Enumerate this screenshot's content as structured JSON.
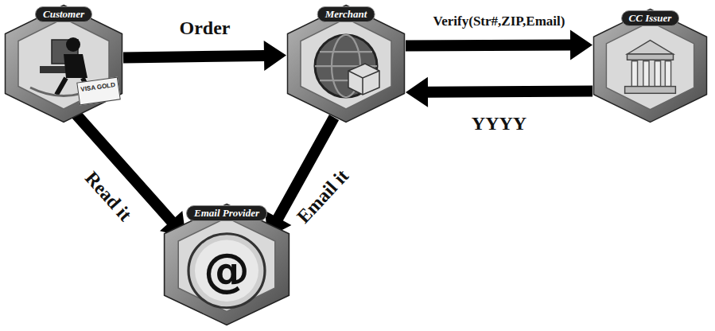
{
  "diagram": {
    "nodes": [
      {
        "text": [
          "Customer"
        ]
      },
      {
        "text": [
          "Merchant"
        ]
      },
      {
        "text": [
          "CC Issuer"
        ]
      },
      {
        "text": [
          "Email Provider",
          "@"
        ]
      }
    ],
    "edges": [
      {
        "from": 0,
        "to": 1,
        "arrow": "to",
        "label": "Order"
      },
      {
        "from": 1,
        "to": 2,
        "arrow": "to",
        "label": "Verify(Str#,ZIP,Email)"
      },
      {
        "from": 2,
        "to": 1,
        "arrow": "to",
        "label": "YYYY"
      },
      {
        "from": 0,
        "to": 3,
        "arrow": "to",
        "label": "Read it"
      },
      {
        "from": 1,
        "to": 3,
        "arrow": "to",
        "label": "Email it"
      }
    ],
    "labels": [
      "VISA GOLD"
    ]
  }
}
